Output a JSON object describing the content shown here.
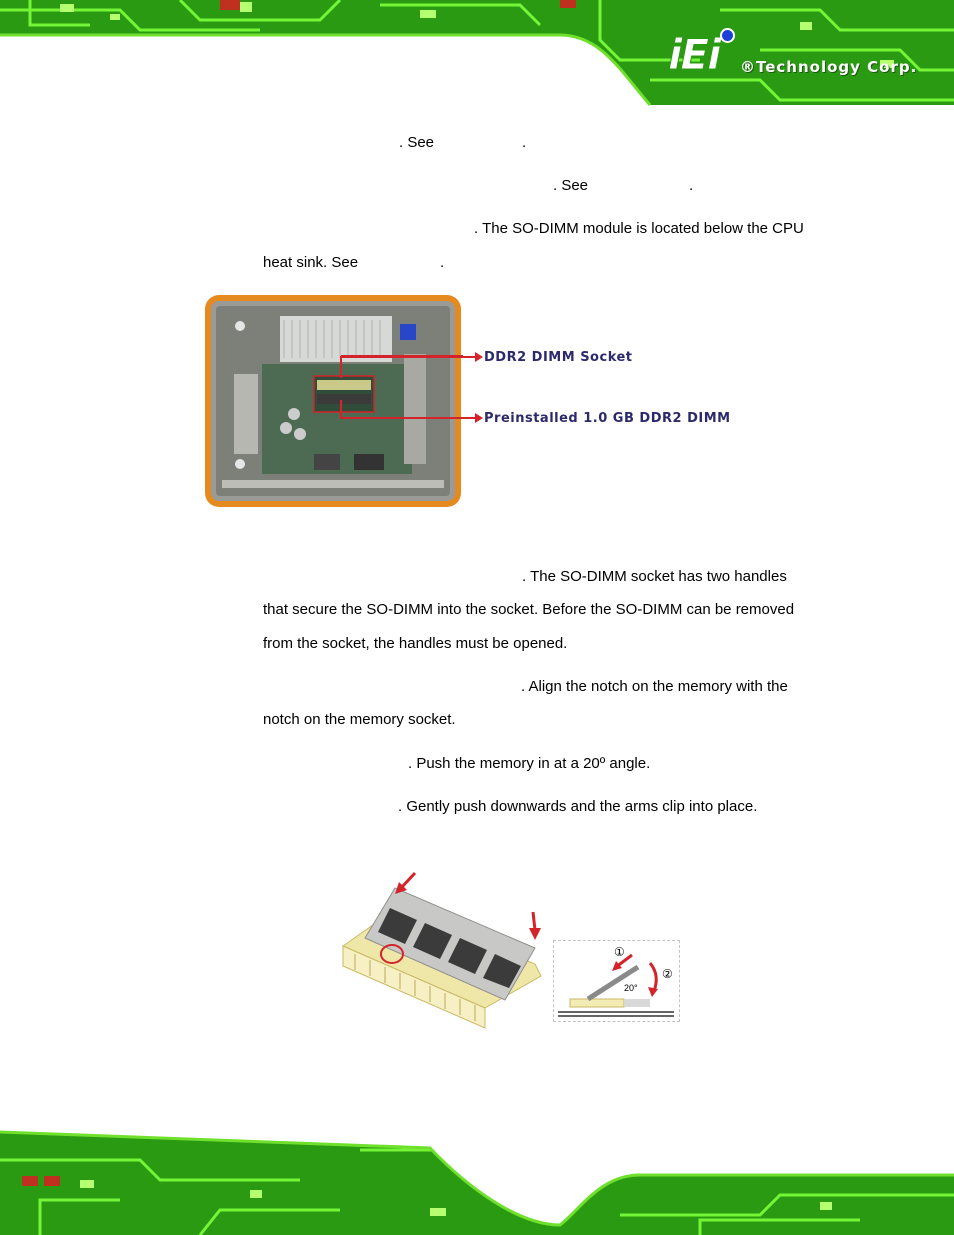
{
  "header": {
    "logo_text": "iEi",
    "company": "®Technology Corp."
  },
  "steps": {
    "line1": ". See",
    "line1_end": ".",
    "line2": ". See",
    "line2_end": ".",
    "line3": ". The SO-DIMM module is located below the CPU",
    "line3b": "heat sink. See",
    "line3b_end": ".",
    "p1a": ". The SO-DIMM socket has two handles",
    "p1b": "that secure the SO-DIMM into the socket. Before the SO-DIMM can be removed",
    "p1c": "from the socket, the handles must be opened.",
    "p2a": ". Align the notch on the memory with the",
    "p2b": "notch on the memory socket.",
    "p3": ". Push the memory in at a 20º angle.",
    "p4": ". Gently push downwards and the arms clip into place."
  },
  "figure1": {
    "callout1": "DDR2 DIMM Socket",
    "callout2": "Preinstalled 1.0 GB DDR2 DIMM"
  },
  "figure2": {
    "step_one": "①",
    "step_two": "②",
    "angle": "20°"
  },
  "colors": {
    "pcb_green": "#3fbf1f",
    "callout_text": "#2c2a6b",
    "arrow_red": "#d4232a",
    "frame_orange": "#e58a1f"
  }
}
